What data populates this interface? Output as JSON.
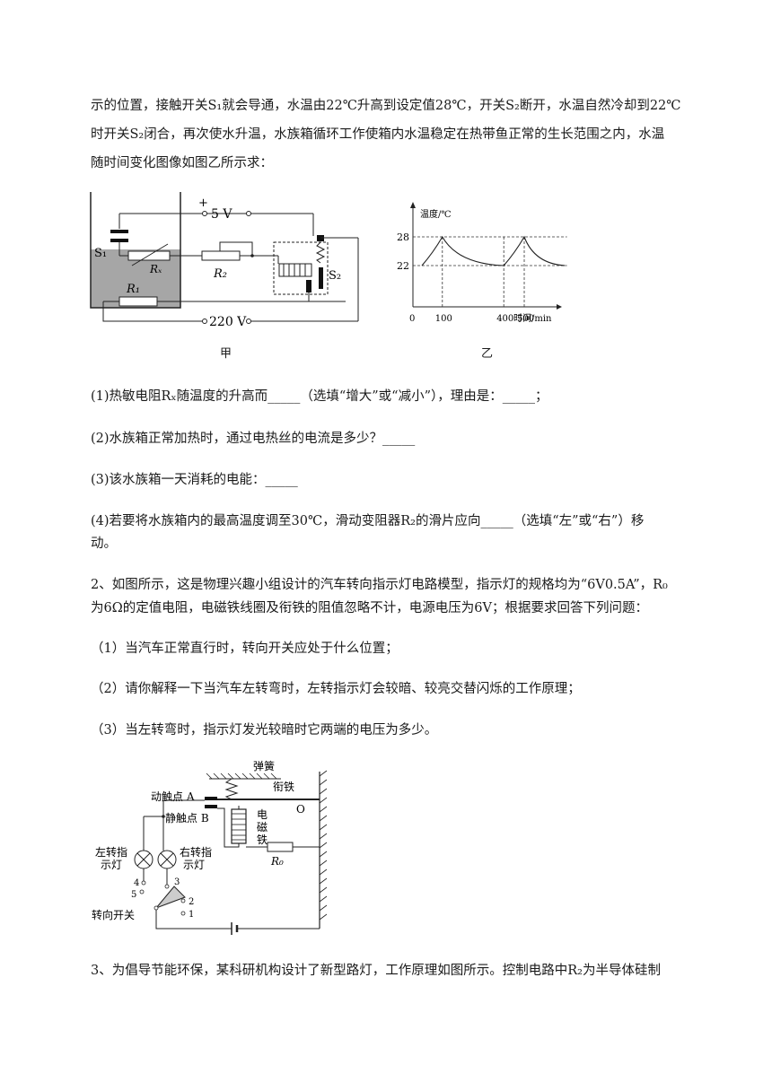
{
  "p1": {
    "l1": "示的位置，接触开关S₁就会导通，水温由22℃升高到设定值28℃，开关S₂断开，水温自然冷却到22℃",
    "l2": "时开关S₂闭合，再次使水升温，水族箱循环工作使箱内水温稳定在热带鱼正常的生长范围之内，水温",
    "l3": "随时间变化图像如图乙所示求："
  },
  "fig_jia": {
    "plus": "+",
    "v5": "5 V",
    "v220": "220 V",
    "s1": "S₁",
    "rx": "Rₓ",
    "r2": "R₂",
    "r1": "R₁",
    "s2": "S₂",
    "caption": "甲"
  },
  "fig_yi": {
    "caption": "乙",
    "chart_data": {
      "type": "line",
      "ylabel": "温度/℃",
      "xlabel": "时间/min",
      "y_ticks": [
        22,
        28
      ],
      "x_ticks": [
        0,
        100,
        400,
        500
      ],
      "series": [
        {
          "x": [
            0,
            100,
            400,
            500,
            700
          ],
          "y": [
            22,
            28,
            22,
            28,
            22
          ]
        }
      ]
    }
  },
  "q1": {
    "q1": "(1)热敏电阻Rₓ随温度的升高而_____（选填“增大”或“减小”），理由是：_____；",
    "q2": "(2)水族箱正常加热时，通过电热丝的电流是多少？_____",
    "q3": "(3)该水族箱一天消耗的电能：_____",
    "q4a": "(4)若要将水族箱内的最高温度调至30℃，滑动变阻器R₂的滑片应向_____（选填“左”或“右”）移",
    "q4b": "动。"
  },
  "p2": {
    "l1": "2、如图所示，这是物理兴趣小组设计的汽车转向指示灯电路模型，指示灯的规格均为“6V0.5A”，R₀",
    "l2": "为6Ω的定值电阻，电磁铁线圈及衔铁的阻值忽略不计，电源电压为6V；根据要求回答下列问题：",
    "q1": "（1）当汽车正常直行时，转向开关应处于什么位置；",
    "q2": "（2）请你解释一下当汽车左转弯时，左转指示灯会较暗、较亮交替闪烁的工作原理；",
    "q3": "（3）当左转弯时，指示灯发光较暗时它两端的电压为多少。"
  },
  "fig2": {
    "spring": "弹簧",
    "armature": "衔铁",
    "contact_a": "动触点 A",
    "contact_b": "静触点 B",
    "o": "O",
    "magnet1": "电",
    "magnet2": "磁",
    "magnet3": "铁",
    "r0": "R₀",
    "left_lamp1": "左转指",
    "left_lamp2": "示灯",
    "right_lamp1": "右转指",
    "right_lamp2": "示灯",
    "n1": "1",
    "n2": "2",
    "n3": "3",
    "n4": "4",
    "n5": "5",
    "switch": "转向开关"
  },
  "p3": {
    "l1": "3、为倡导节能环保，某科研机构设计了新型路灯，工作原理如图所示。控制电路中R₂为半导体硅制"
  }
}
